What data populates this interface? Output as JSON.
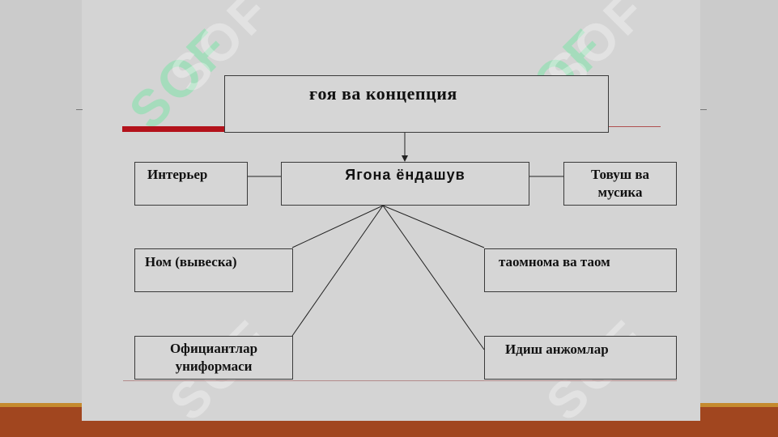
{
  "watermark": {
    "text": "SOF"
  },
  "diagram": {
    "title_box": "ғоя ва концепция",
    "center_box": "Ягона ёндашув",
    "boxes": {
      "interior": "Интерьер",
      "sound": "Товуш ва мусика",
      "name": "Ном (вывеска)",
      "menu": "таомнома ва таом",
      "waiters": "Официантлар униформаси",
      "dishes": "Идиш анжомлар"
    }
  },
  "colors": {
    "background": "#cbcbcb",
    "box_border": "#3a3a3a",
    "accent_red": "#b3121b",
    "bottom_band": "#a1461f",
    "bottom_band_gold": "#c58a2e",
    "watermark_green": "#5aeb96"
  }
}
